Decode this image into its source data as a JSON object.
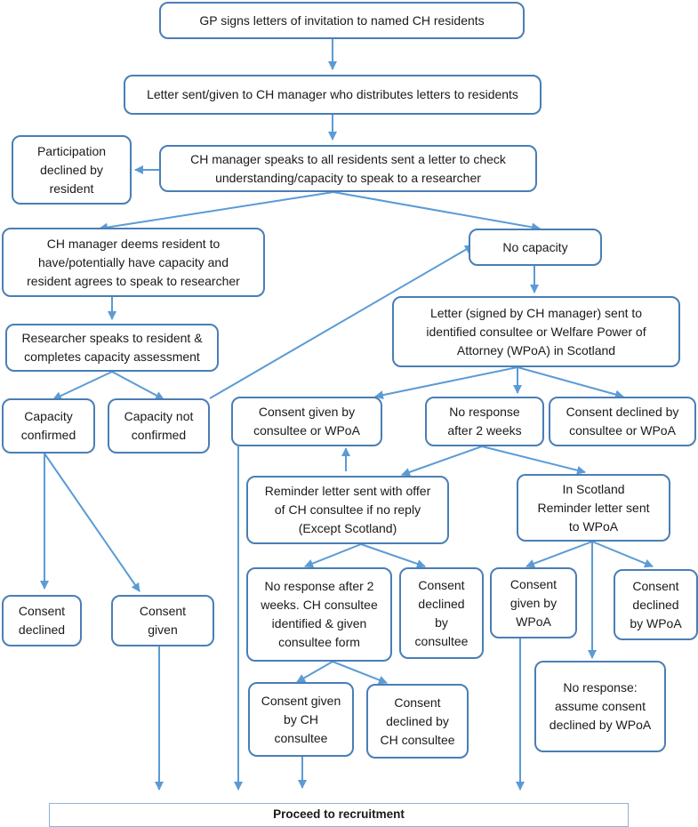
{
  "nodes": {
    "gp_signs": "GP signs letters of invitation to named CH residents",
    "letter_sent": "Letter sent/given to CH manager who distributes letters to residents",
    "manager_speaks": "CH manager speaks to all residents sent a letter to check\nunderstanding/capacity to speak to a researcher",
    "declined_by_resident": "Participation\ndeclined by\nresident",
    "deems_capacity": "CH manager deems resident to\nhave/potentially have capacity and\nresident agrees to speak to researcher",
    "no_capacity": "No capacity",
    "researcher_speaks": "Researcher speaks to resident &\ncompletes capacity assessment",
    "letter_consultee": "Letter (signed by CH manager) sent to\nidentified consultee or Welfare Power of\nAttorney (WPoA) in Scotland",
    "capacity_confirmed": "Capacity\nconfirmed",
    "capacity_not_confirmed": "Capacity not\nconfirmed",
    "consent_given_consultee": "Consent given by\nconsultee or WPoA",
    "no_response_2w": "No response\nafter 2 weeks",
    "consent_declined_consultee": "Consent declined by\nconsultee or WPoA",
    "reminder_letter": "Reminder letter sent with offer\nof CH consultee if no reply\n(Except Scotland)",
    "scotland_reminder": "In Scotland\nReminder letter sent\nto WPoA",
    "no_response_ch": "No response after 2\nweeks. CH consultee\nidentified & given\nconsultee form",
    "consent_declined_by_consultee": "Consent\ndeclined\nby\nconsultee",
    "consent_given_wpoa": "Consent\ngiven by\nWPoA",
    "consent_declined_wpoa": "Consent\ndeclined\nby WPoA",
    "consent_declined": "Consent\ndeclined",
    "consent_given": "Consent\ngiven",
    "consent_given_ch": "Consent given\nby CH\nconsultee",
    "consent_declined_ch": "Consent\ndeclined by\nCH consultee",
    "no_response_assume": "No response:\nassume consent\ndeclined by WPoA",
    "proceed": "Proceed to recruitment"
  },
  "colors": {
    "border": "#4a7eb5",
    "arrow": "#5b9bd5",
    "final_border": "#8fb3d9"
  }
}
